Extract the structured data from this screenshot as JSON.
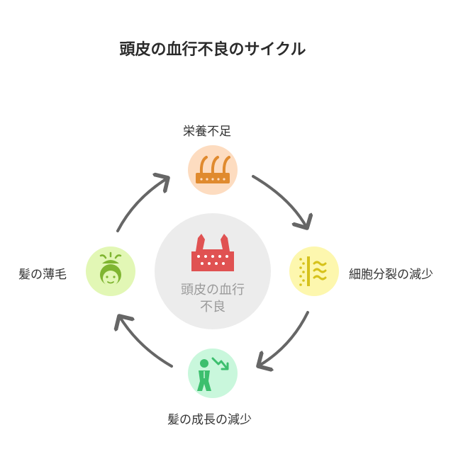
{
  "title": "頭皮の血行不良のサイクル",
  "center": {
    "line1": "頭皮の血行",
    "line2": "不良",
    "icon": "scalp-follicle-icon",
    "color": "#e05252",
    "bg": "#ececec"
  },
  "nodes": [
    {
      "id": "nutrition",
      "label": "栄養不足",
      "icon": "hair-follicles-icon",
      "bg": "#fddcc0",
      "color": "#e08a2e"
    },
    {
      "id": "cell-division",
      "label": "細胞分裂の減少",
      "icon": "cell-waves-icon",
      "bg": "#fdf7ae",
      "color": "#d6c21c"
    },
    {
      "id": "growth",
      "label": "髪の成長の減少",
      "icon": "person-decline-icon",
      "bg": "#c9f7dc",
      "color": "#3cbf6e"
    },
    {
      "id": "thinning",
      "label": "髪の薄毛",
      "icon": "thinning-head-icon",
      "bg": "#e2f7b5",
      "color": "#7fb531"
    }
  ],
  "arrow_color": "#666666"
}
